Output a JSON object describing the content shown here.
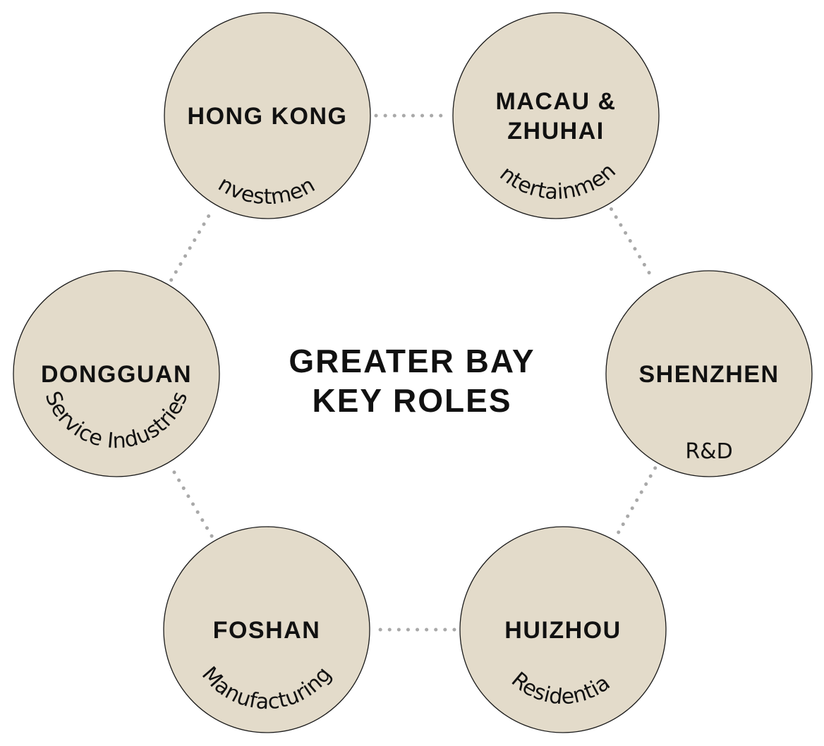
{
  "title": {
    "line1": "GREATER BAY",
    "line2": "KEY ROLES"
  },
  "colors": {
    "circle_fill": "#e3dbca",
    "circle_stroke": "#1a1a1a",
    "connector": "#a9a9a9",
    "text": "#111111"
  },
  "nodes": [
    {
      "id": "hong-kong",
      "name_lines": [
        "HONG KONG"
      ],
      "role": "Investment"
    },
    {
      "id": "macau-zhuhai",
      "name_lines": [
        "MACAU &",
        "ZHUHAI"
      ],
      "role": "Entertainment"
    },
    {
      "id": "shenzhen",
      "name_lines": [
        "SHENZHEN"
      ],
      "role": "R&D"
    },
    {
      "id": "huizhou",
      "name_lines": [
        "HUIZHOU"
      ],
      "role": "Residential"
    },
    {
      "id": "foshan",
      "name_lines": [
        "FOSHAN"
      ],
      "role": "Manufacturing"
    },
    {
      "id": "dongguan",
      "name_lines": [
        "DONGGUAN"
      ],
      "role": "Service Industries"
    }
  ],
  "connections": [
    [
      "hong-kong",
      "macau-zhuhai"
    ],
    [
      "macau-zhuhai",
      "shenzhen"
    ],
    [
      "shenzhen",
      "huizhou"
    ],
    [
      "huizhou",
      "foshan"
    ],
    [
      "foshan",
      "dongguan"
    ],
    [
      "dongguan",
      "hong-kong"
    ]
  ]
}
